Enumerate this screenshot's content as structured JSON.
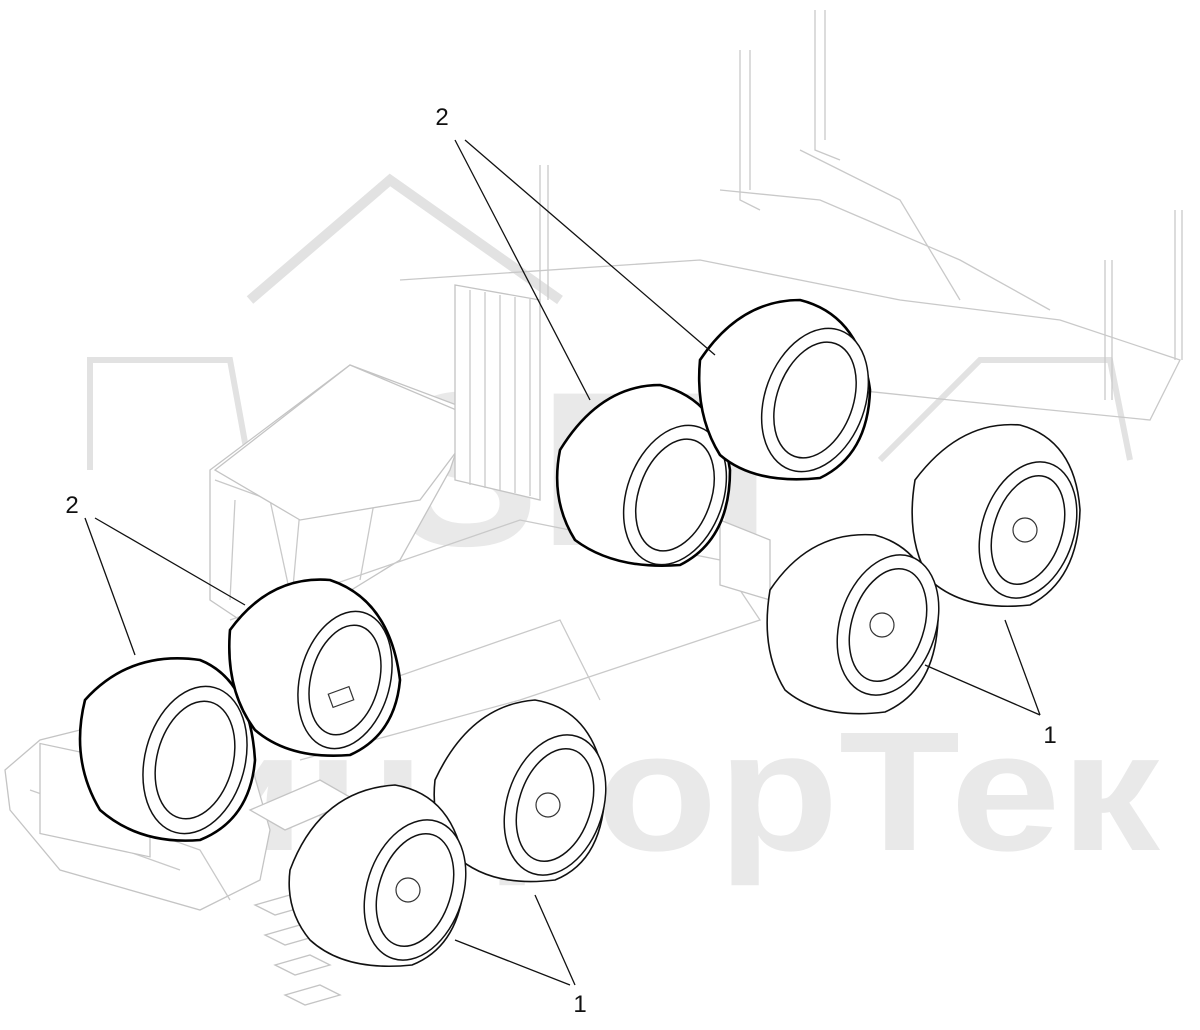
{
  "diagram": {
    "watermark_logo": "SFT",
    "watermark_text": "СинфорТек",
    "callouts": {
      "wheel_2_upper": "2",
      "wheel_2_left": "2",
      "wheel_1_right": "1",
      "wheel_1_bottom": "1"
    },
    "colors": {
      "outline": "#111111",
      "ghost": "#c9c9c9",
      "watermark": "#e9e9e9"
    }
  }
}
